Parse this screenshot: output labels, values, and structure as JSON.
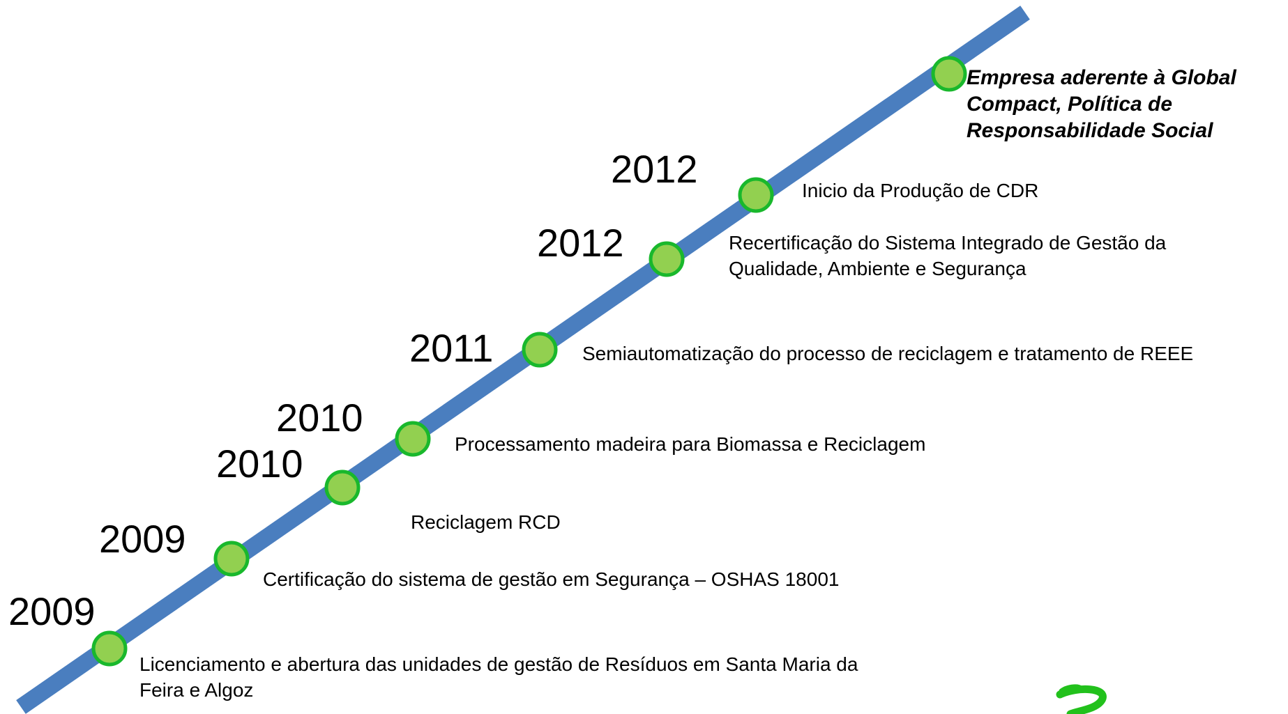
{
  "colors": {
    "timeline": "#4a7ebf",
    "milestone_fill": "#92d050",
    "milestone_stroke": "#19b82c",
    "logo": "#22c11c"
  },
  "milestones": [
    {
      "year": "2009",
      "lines": [
        "Licenciamento e abertura das unidades de gestão de Resíduos em Santa Maria da",
        "Feira  e Algoz"
      ]
    },
    {
      "year": "2009",
      "lines": [
        "Certificação do sistema de gestão em Segurança – OSHAS 18001"
      ]
    },
    {
      "year": "2010",
      "lines": [
        "Reciclagem RCD"
      ]
    },
    {
      "year": "2010",
      "lines": [
        "Processamento madeira para Biomassa e Reciclagem"
      ]
    },
    {
      "year": "2011",
      "lines": [
        "Semiautomatização do processo de reciclagem e tratamento de  REEE"
      ]
    },
    {
      "year": "2012",
      "lines": [
        "Recertificação do Sistema Integrado de Gestão da",
        "Qualidade, Ambiente e Segurança"
      ]
    },
    {
      "year": "2012",
      "lines": [
        "Inicio da Produção de CDR"
      ]
    },
    {
      "year": "",
      "lines": [
        "Empresa aderente à Global",
        "Compact, Política de",
        "Responsabilidade Social"
      ],
      "highlight": true
    }
  ],
  "logo_icon": "green-swirl-logo-icon"
}
